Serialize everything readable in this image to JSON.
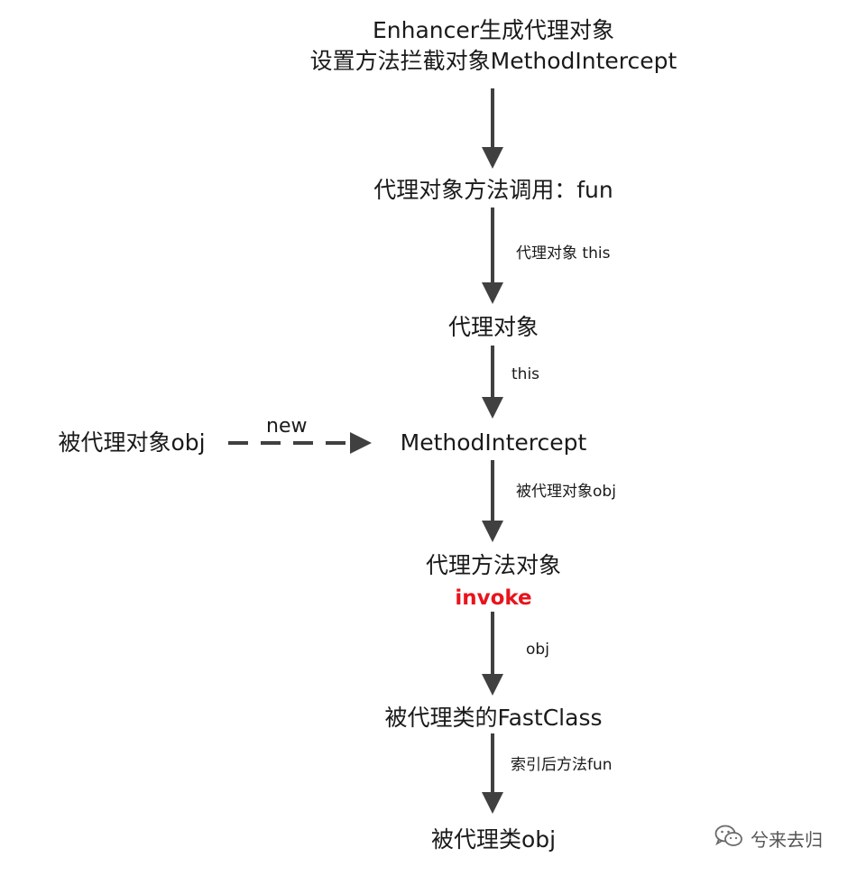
{
  "nodes": {
    "enhancer_line1": "Enhancer生成代理对象",
    "enhancer_line2": "设置方法拦截对象MethodIntercept",
    "proxy_method_call": "代理对象方法调用：fun",
    "proxy_object": "代理对象",
    "target_obj": "被代理对象obj",
    "method_intercept": "MethodIntercept",
    "method_proxy": "代理方法对象",
    "invoke": "invoke",
    "fastclass": "被代理类的FastClass",
    "target_class_obj": "被代理类obj"
  },
  "edges": {
    "proxy_this": "代理对象 this",
    "this": "this",
    "new": "new",
    "target_obj": "被代理对象obj",
    "obj": "obj",
    "indexed_fun": "索引后方法fun"
  },
  "watermark": {
    "icon": "wechat-icon",
    "text": "兮来去归"
  },
  "colors": {
    "arrow": "#404040",
    "invoke": "#e8141c",
    "text": "#1a1a1a"
  }
}
